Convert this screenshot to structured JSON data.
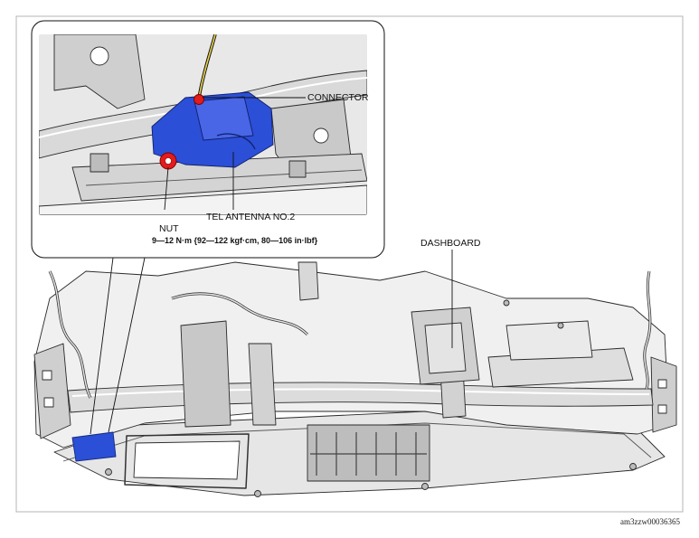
{
  "labels": {
    "connector": "CONNECTOR",
    "tel_antenna": "TEL ANTENNA NO.2",
    "nut": "NUT",
    "torque": "9—12 N·m {92—122 kgf·cm, 80—106 in·lbf}",
    "dashboard": "DASHBOARD"
  },
  "figure_code": "am3zzw00036365",
  "colors": {
    "antenna_blue": "#2b4fd6",
    "marker_red": "#e21b1b",
    "outline": "#222222",
    "metal_light": "#e9e9e9",
    "metal_mid": "#bdbdbd",
    "metal_dark": "#8a8a8a"
  }
}
